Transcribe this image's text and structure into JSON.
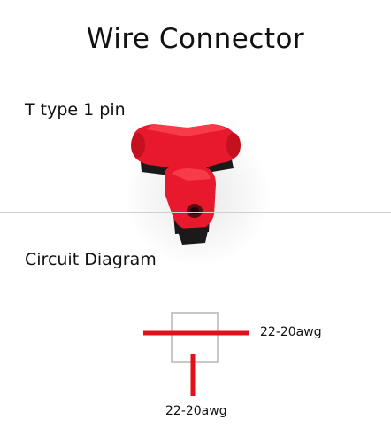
{
  "header": {
    "title": "Wire  Connector",
    "subtitle": "T type 1 pin"
  },
  "diagram": {
    "section_label": "Circuit Diagram",
    "right_wire_label": "22-20awg",
    "bottom_wire_label": "22-20awg",
    "wire_color": "#e3101c",
    "box_color": "#c8c8c8"
  },
  "photo": {
    "connector_color": "#e8192c",
    "body_color": "#1a1a1a"
  }
}
